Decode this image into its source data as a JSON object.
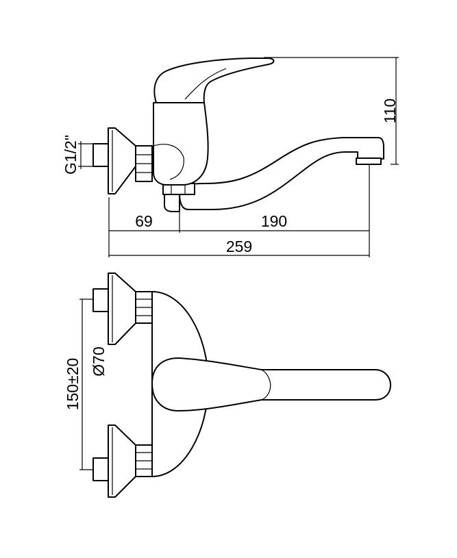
{
  "dimensions": {
    "height": "110",
    "thread": "G1/2\"",
    "wall_offset": "69",
    "spout_reach": "190",
    "overall_length": "259",
    "flange_diameter": "Ø70",
    "centre_distance": "150±20"
  },
  "colors": {
    "line": "#000000",
    "background": "#ffffff"
  }
}
